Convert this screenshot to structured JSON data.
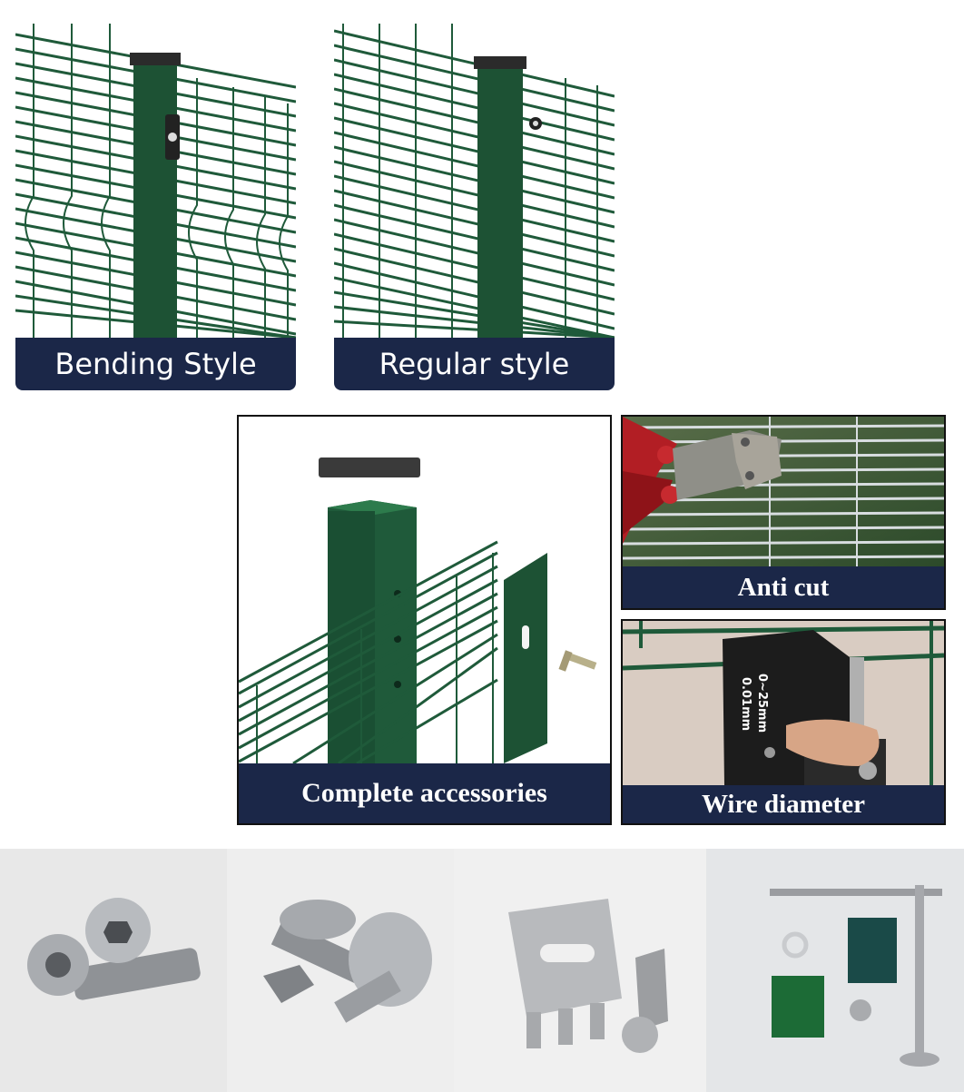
{
  "styles": [
    {
      "label": "Bending Style"
    },
    {
      "label": "Regular style"
    }
  ],
  "features": {
    "accessories": "Complete accessories",
    "anti_cut": "Anti cut",
    "wire_diameter": "Wire diameter",
    "caliper_marking_1": "0~25mm",
    "caliper_marking_2": "0.01mm"
  },
  "colors": {
    "caption_bg": "#1b2748",
    "fence_green": "#1f5a3a",
    "caption_text": "#ffffff"
  },
  "hardware": [
    "security-screw-photo",
    "carriage-bolt-photo",
    "clamp-bracket-photo",
    "bolt-and-clips-photo"
  ]
}
